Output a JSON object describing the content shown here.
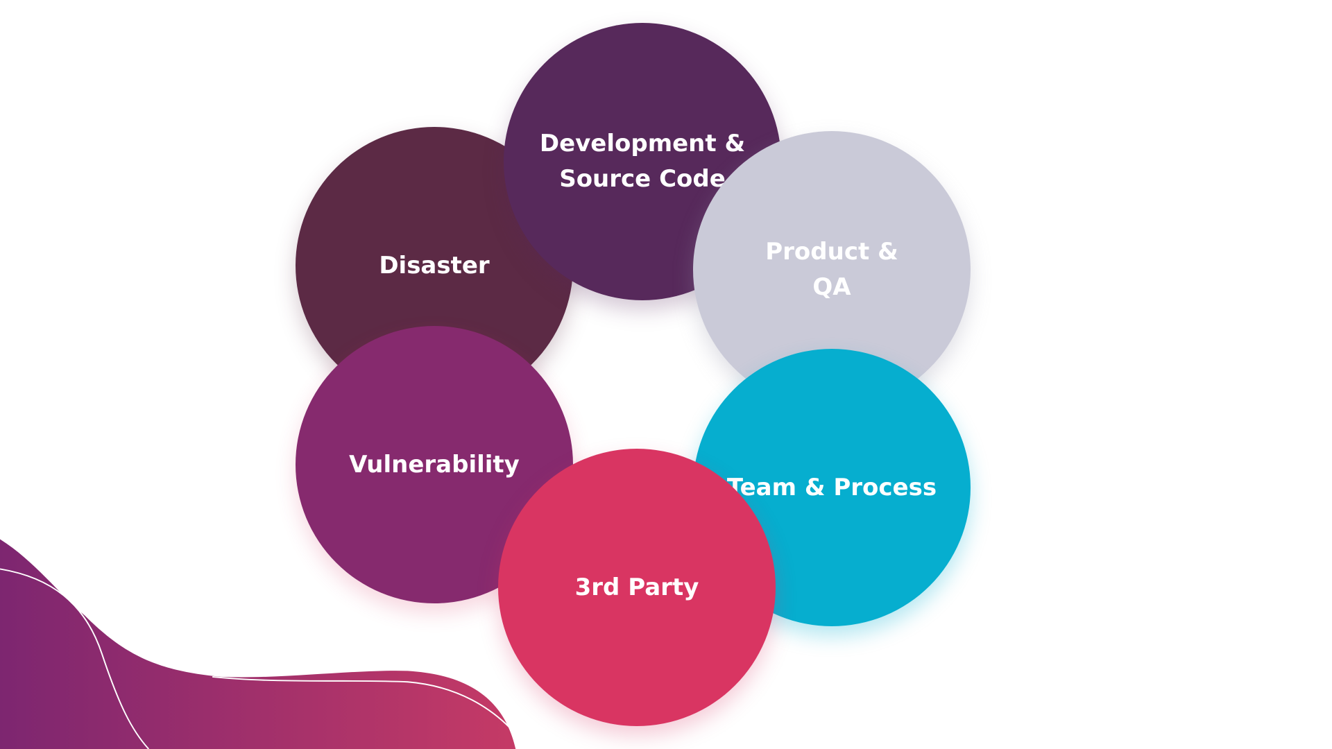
{
  "diagram": {
    "items": [
      {
        "label": "Disaster",
        "color": "#5c2a45"
      },
      {
        "label": "Development & Source Code",
        "color": "#57295b"
      },
      {
        "label": "Product & QA",
        "color": "#cacad8"
      },
      {
        "label": "Team & Process",
        "color": "#06aecf"
      },
      {
        "label": "Vulnerability",
        "color": "#862a6e"
      },
      {
        "label": "3rd Party",
        "color": "#d93562"
      }
    ]
  },
  "decoration": {
    "wave_gradient": [
      "#7d2670",
      "#c53a66"
    ]
  }
}
